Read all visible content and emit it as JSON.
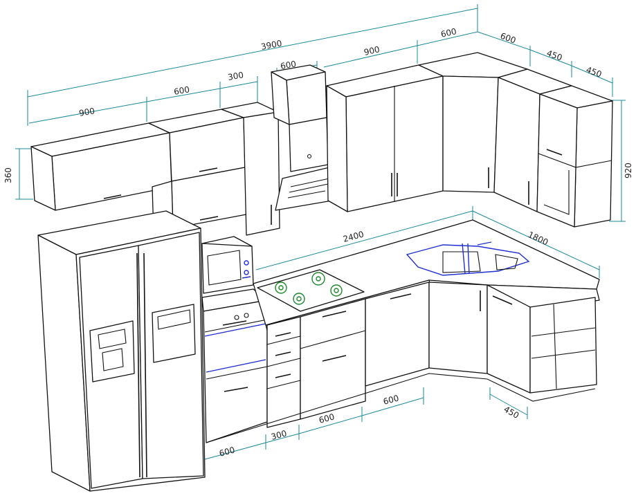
{
  "colors": {
    "outline": "#111111",
    "dimension_lines": "#1a8a9a",
    "sink_and_oven_highlight": "#1f2fd0",
    "burners": "#1c8a2a",
    "background": "#ffffff"
  },
  "dimensions": {
    "upper_total_width": "3900",
    "upper_left_cabinet": "900",
    "upper_mid_cabinet": "600",
    "upper_narrow_cabinet": "300",
    "hood_width": "600",
    "upper_right_run": "900",
    "upper_corner_a": "600",
    "upper_corner_b": "600",
    "upper_side_a": "450",
    "upper_side_b": "450",
    "upper_height": "360",
    "tall_height": "920",
    "countertop_length": "2400",
    "countertop_side": "1800",
    "base_oven": "600",
    "base_drawers": "300",
    "base_mid": "600",
    "base_right": "600",
    "base_depth_side": "450"
  }
}
